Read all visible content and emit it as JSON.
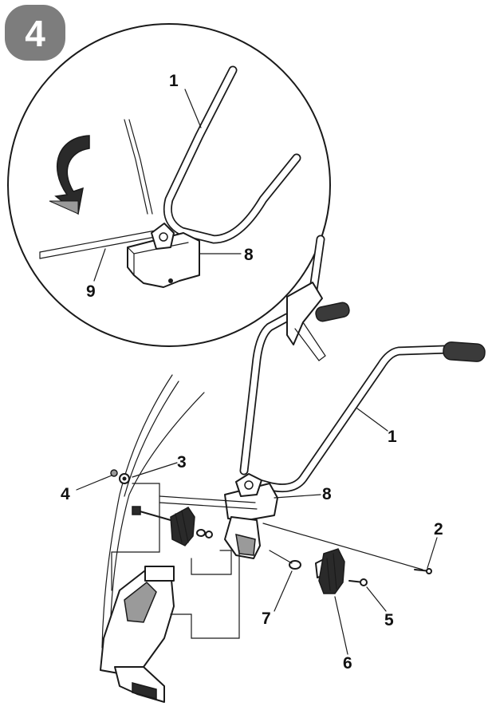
{
  "step": {
    "number": "4",
    "badge_color": "#7d7d7d"
  },
  "detail_view": {
    "labels": [
      "1",
      "8",
      "9"
    ],
    "arrow_icon": "rotate-arrow-icon"
  },
  "exploded_view": {
    "labels": [
      "1",
      "2",
      "3",
      "4",
      "5",
      "6",
      "7",
      "8"
    ]
  },
  "colors": {
    "line": "#1a1a1a",
    "grip": "#3a3a3a",
    "background": "#ffffff"
  }
}
